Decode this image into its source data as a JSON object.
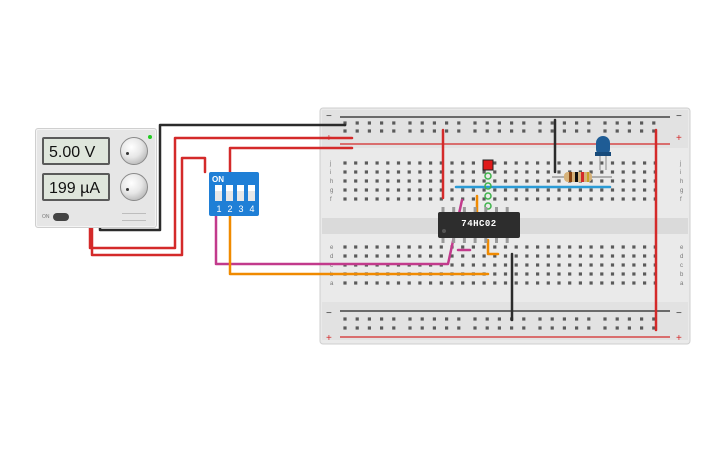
{
  "power_supply": {
    "voltage_display": "5.00 V",
    "current_display": "199 µA",
    "voltage_knob": "voltage-knob",
    "current_knob": "current-knob",
    "power_label": "ON",
    "indicator_color": "#22cc22"
  },
  "dip_switch": {
    "on_label": "ON",
    "switch_numbers": [
      "1",
      "2",
      "3",
      "4"
    ],
    "color": "#1f7fd6"
  },
  "chip": {
    "label": "74HC02"
  },
  "breadboard": {
    "row_labels_top": [
      "j",
      "i",
      "h",
      "g",
      "f"
    ],
    "row_labels_bottom": [
      "e",
      "d",
      "c",
      "b",
      "a"
    ],
    "plus_sign": "+",
    "minus_sign": "−"
  },
  "wire_colors": {
    "black": "#2b2b2b",
    "red": "#d42a2a",
    "orange": "#f08a00",
    "magenta": "#c23a8c",
    "blue": "#2a9bd6",
    "green": "#3db34a"
  },
  "led": {
    "color": "#1f5c95"
  }
}
